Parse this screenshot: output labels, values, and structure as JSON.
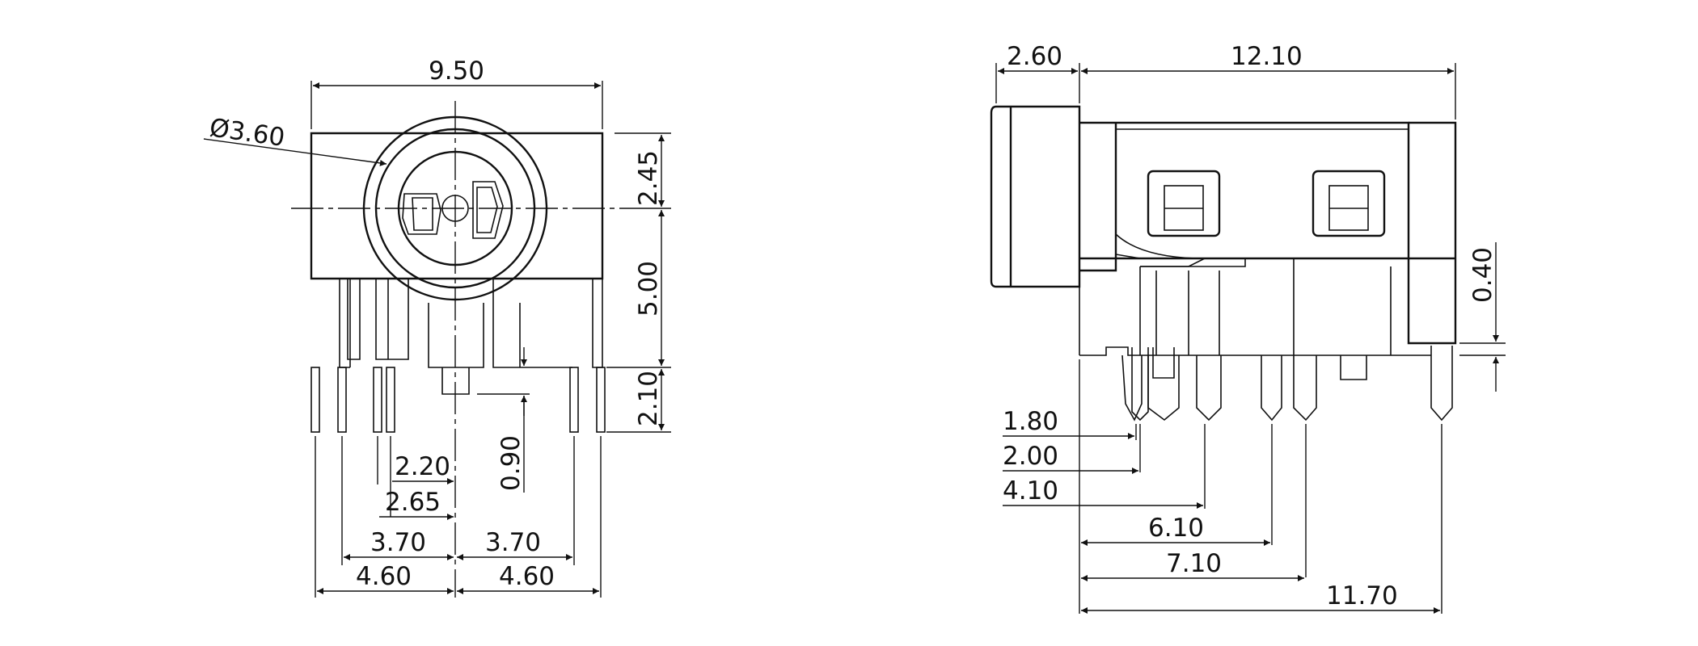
{
  "front_view": {
    "overall_width": "9.50",
    "hole_diameter": "Ø3.60",
    "top_to_center": "2.45",
    "center_to_base": "5.00",
    "pin_protrusion": "2.10",
    "pin_offset": "0.90",
    "inner_left_pin_a": "2.20",
    "inner_left_pin_b": "2.65",
    "left_pin_c": "3.70",
    "right_pin_c": "3.70",
    "left_outer_pin": "4.60",
    "right_outer_pin": "4.60"
  },
  "side_view": {
    "nose_length": "2.60",
    "body_length": "12.10",
    "base_standoff": "0.40",
    "pin_1": "1.80",
    "pin_2": "2.00",
    "pin_3": "4.10",
    "pin_4": "6.10",
    "pin_5": "7.10",
    "pin_6": "11.70"
  }
}
